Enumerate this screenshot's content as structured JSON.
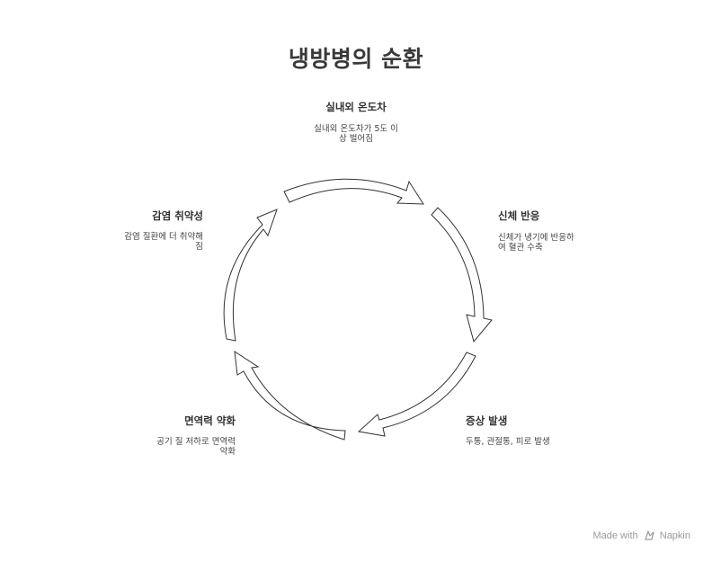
{
  "title": "냉방병의 순환",
  "nodes": [
    {
      "id": "temperature-difference",
      "title": "실내외 온도차",
      "desc_lines": [
        "실내외 온도차가 5도 이",
        "상 벌어짐"
      ]
    },
    {
      "id": "body-response",
      "title": "신체 반응",
      "desc_lines": [
        "신체가 냉기에 반응하",
        "여 혈관 수축"
      ]
    },
    {
      "id": "symptom-onset",
      "title": "증상 발생",
      "desc_lines": [
        "두통, 관절통, 피로 발생"
      ]
    },
    {
      "id": "immunity-weakening",
      "title": "면역력 약화",
      "desc_lines": [
        "공기 질 저하로 면역력",
        "약화"
      ]
    },
    {
      "id": "infection-vulnerability",
      "title": "감염 취약성",
      "desc_lines": [
        "감염 질환에 더 취약해",
        "짐"
      ]
    }
  ],
  "watermark": {
    "made_with": "Made with",
    "brand": "Napkin"
  }
}
